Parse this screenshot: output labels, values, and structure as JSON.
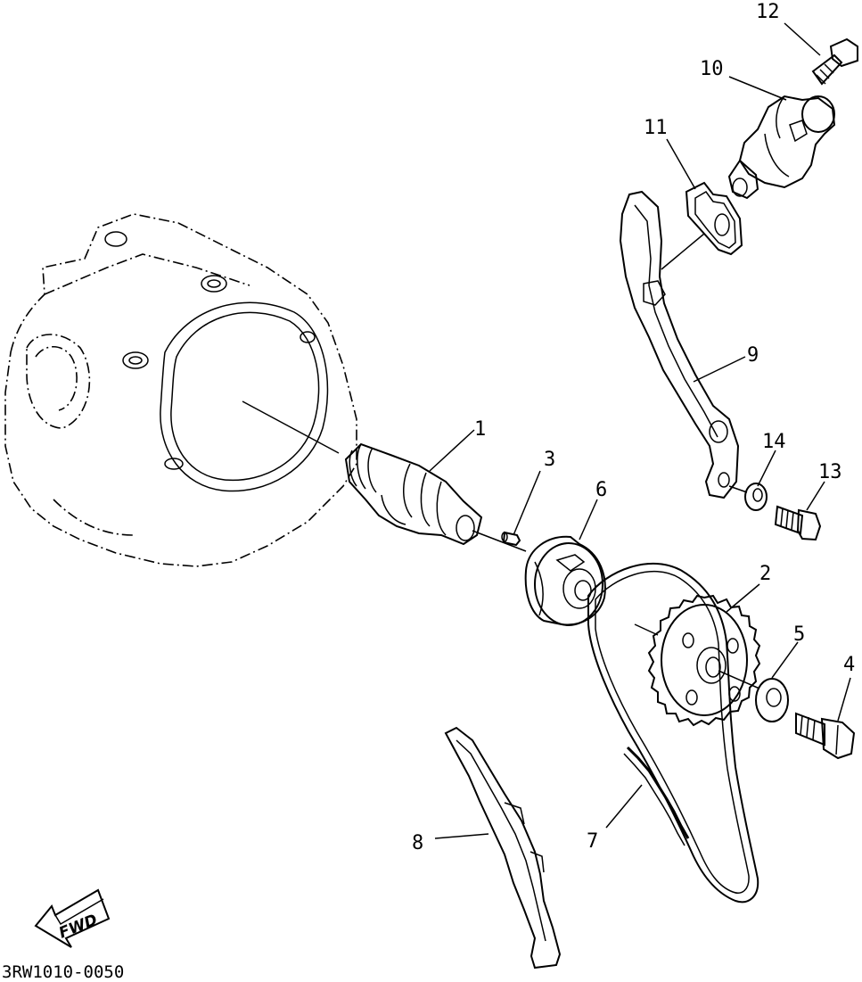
{
  "diagram": {
    "code": "3RW1010-0050",
    "fwd_label": "FWD",
    "callouts": {
      "c1": "1",
      "c2": "2",
      "c3": "3",
      "c4": "4",
      "c5": "5",
      "c6": "6",
      "c7": "7",
      "c8": "8",
      "c9": "9",
      "c10": "10",
      "c11": "11",
      "c12": "12",
      "c13": "13",
      "c14": "14"
    }
  }
}
